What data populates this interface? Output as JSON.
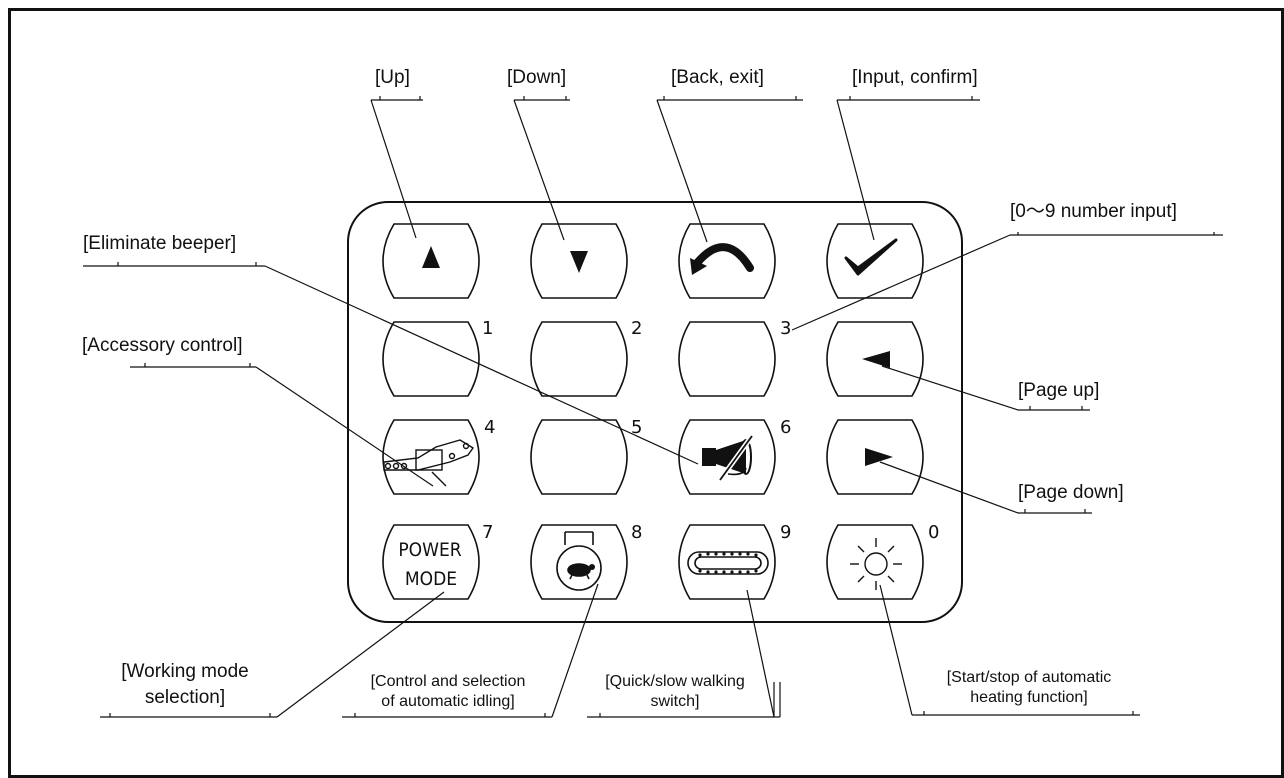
{
  "labels": {
    "up": "[Up]",
    "down": "[Down]",
    "back_exit": "[Back, exit]",
    "input_confirm": "[Input, confirm]",
    "number_input": "[0～9 number input]",
    "eliminate_beeper": "[Eliminate beeper]",
    "accessory_control": "[Accessory control]",
    "page_up": "[Page up]",
    "page_down": "[Page down]",
    "working_mode_line1": "[Working mode",
    "working_mode_line2": "selection]",
    "idling_line1": "[Control and selection",
    "idling_line2": "of automatic idling]",
    "walking_line1": "[Quick/slow walking",
    "walking_line2": "switch]",
    "heating_line1": "[Start/stop of automatic",
    "heating_line2": "heating function]"
  },
  "keys": {
    "digits": [
      "1",
      "2",
      "3",
      "4",
      "5",
      "6",
      "7",
      "8",
      "9",
      "0"
    ],
    "power_mode_line1": "POWER",
    "power_mode_line2": "MODE"
  },
  "icons": [
    "up-arrow-icon",
    "down-arrow-icon",
    "back-arrow-icon",
    "checkmark-icon",
    "left-arrow-icon",
    "right-arrow-icon",
    "accessory-attachment-icon",
    "horn-off-icon",
    "turtle-icon",
    "crawler-track-icon",
    "sun-heating-icon"
  ]
}
